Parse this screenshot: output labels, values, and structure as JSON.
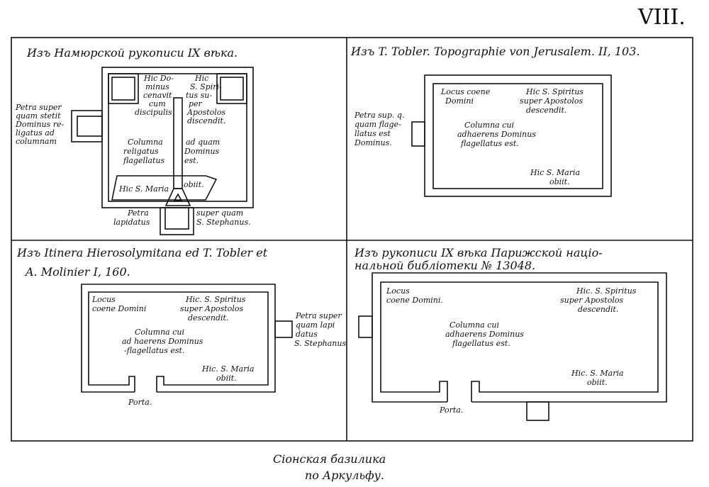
{
  "plate_number": "VIII.",
  "caption": [
    "Сіонская базилика",
    "по Аркульфу."
  ],
  "panels": [
    {
      "title": "Изъ Намюрской рукописи IX вѣка.",
      "labels": {
        "top_left": [
          "Hic Do-",
          "minus",
          "cenavit",
          "cum",
          "discipulis"
        ],
        "top_right": [
          "Hic",
          "S. Spiri-",
          "tus su-",
          "per",
          "Apostolos",
          "discendit."
        ],
        "left_annex": [
          "Petra super",
          "quam stetit",
          "Dominus re-",
          "ligatus ad",
          "columnam"
        ],
        "column_left": [
          "Columna",
          "religatus",
          "flagellatus"
        ],
        "column_right": [
          "ad quam",
          "Dominus",
          "est."
        ],
        "maria": "Hic S. Maria",
        "obiit": "obiit.",
        "bottom_left": [
          "Petra",
          "lapidatus"
        ],
        "bottom_right": [
          "super quam",
          "S. Stephanus."
        ]
      }
    },
    {
      "title": "Изъ T. Tobler. Topographie von Jerusalem. II, 103.",
      "labels": {
        "locus": [
          "Locus coene",
          "Domini"
        ],
        "spiritus": [
          "Hic S. Spiritus",
          "super Apostolos",
          "descendit."
        ],
        "annex": [
          "Petra sup. q.",
          "quam flage-",
          "llatus est",
          "Dominus."
        ],
        "columna": [
          "Columna cui",
          "adhaerens Dominus",
          "flagellatus est."
        ],
        "maria": [
          "Hic S. Maria",
          "obiit."
        ]
      }
    },
    {
      "title": [
        "Изъ Itinera Hierosolymitana ed T. Tobler et",
        "A. Molinier I, 160."
      ],
      "labels": {
        "locus": [
          "Locus",
          "coene Domini"
        ],
        "spiritus": [
          "Hic. S. Spiritus",
          "super Apostolos",
          "descendit."
        ],
        "columna": [
          "Columna cui",
          "ad haerens Dominus",
          "-flagellatus est."
        ],
        "maria": [
          "Hic. S. Maria",
          "obiit."
        ],
        "annex": [
          "Petra super",
          "quam lapi",
          "datus",
          "S. Stephanus"
        ],
        "porta": "Porta."
      }
    },
    {
      "title": [
        "Изъ рукописи IX вѣка Парижской націо-",
        "нальной библіотеки № 13048."
      ],
      "labels": {
        "locus": [
          "Locus",
          "coene Domini."
        ],
        "spiritus": [
          "Hic. S. Spiritus",
          "super Apostolos",
          "descendit."
        ],
        "columna": [
          "Columna cui",
          "adhaerens Dominus",
          "flagellatus est."
        ],
        "maria": [
          "Hic. S. Maria",
          "obiit."
        ],
        "porta": "Porta."
      }
    }
  ]
}
